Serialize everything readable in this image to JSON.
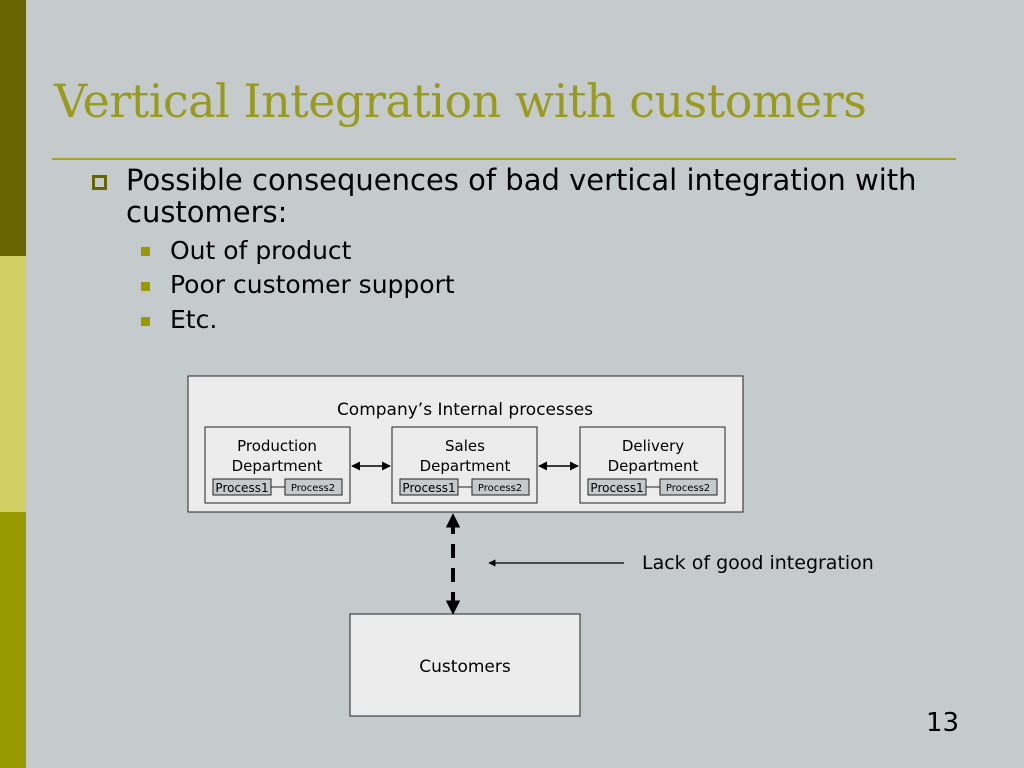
{
  "slide": {
    "title": "Vertical Integration with customers",
    "bullet": "Possible consequences of bad vertical integration with customers:",
    "sub_bullets": [
      "Out of product",
      "Poor customer support",
      "Etc."
    ],
    "page_number": "13",
    "colors": {
      "background": "#c5cbcc",
      "title": "#9a9a1c",
      "sidebar": [
        "#676600",
        "#cfcf63",
        "#999900"
      ]
    }
  },
  "diagram": {
    "container_label": "Company’s Internal processes",
    "departments": [
      {
        "line1": "Production",
        "line2": "Department",
        "process1": "Process1",
        "process2": "Process2"
      },
      {
        "line1": "Sales",
        "line2": "Department",
        "process1": "Process1",
        "process2": "Process2"
      },
      {
        "line1": "Delivery",
        "line2": "Department",
        "process1": "Process1",
        "process2": "Process2"
      }
    ],
    "annotation": "Lack of good integration",
    "customers_label": "Customers"
  }
}
